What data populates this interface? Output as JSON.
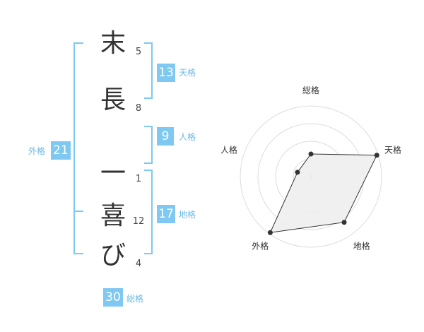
{
  "name": {
    "chars": [
      "末",
      "長",
      "一",
      "喜",
      "び"
    ],
    "strokes": [
      "5",
      "8",
      "1",
      "12",
      "4"
    ]
  },
  "fortunes": {
    "tenkaku": {
      "value": "13",
      "label": "天格"
    },
    "jinkaku": {
      "value": "9",
      "label": "人格"
    },
    "chikaku": {
      "value": "17",
      "label": "地格"
    },
    "gaikaku": {
      "value": "21",
      "label": "外格"
    },
    "soukaku": {
      "value": "30",
      "label": "総格"
    }
  },
  "colors": {
    "accent": "#7ec8f2",
    "polygon_fill": "#eeeeee",
    "line": "#333333",
    "grid": "#dddddd"
  },
  "chart_data": {
    "type": "radar",
    "axes": [
      "総格",
      "天格",
      "地格",
      "外格",
      "人格"
    ],
    "rings": 4,
    "values": [
      1.6,
      4.9,
      4.0,
      4.9,
      1.0
    ],
    "max": 5
  }
}
